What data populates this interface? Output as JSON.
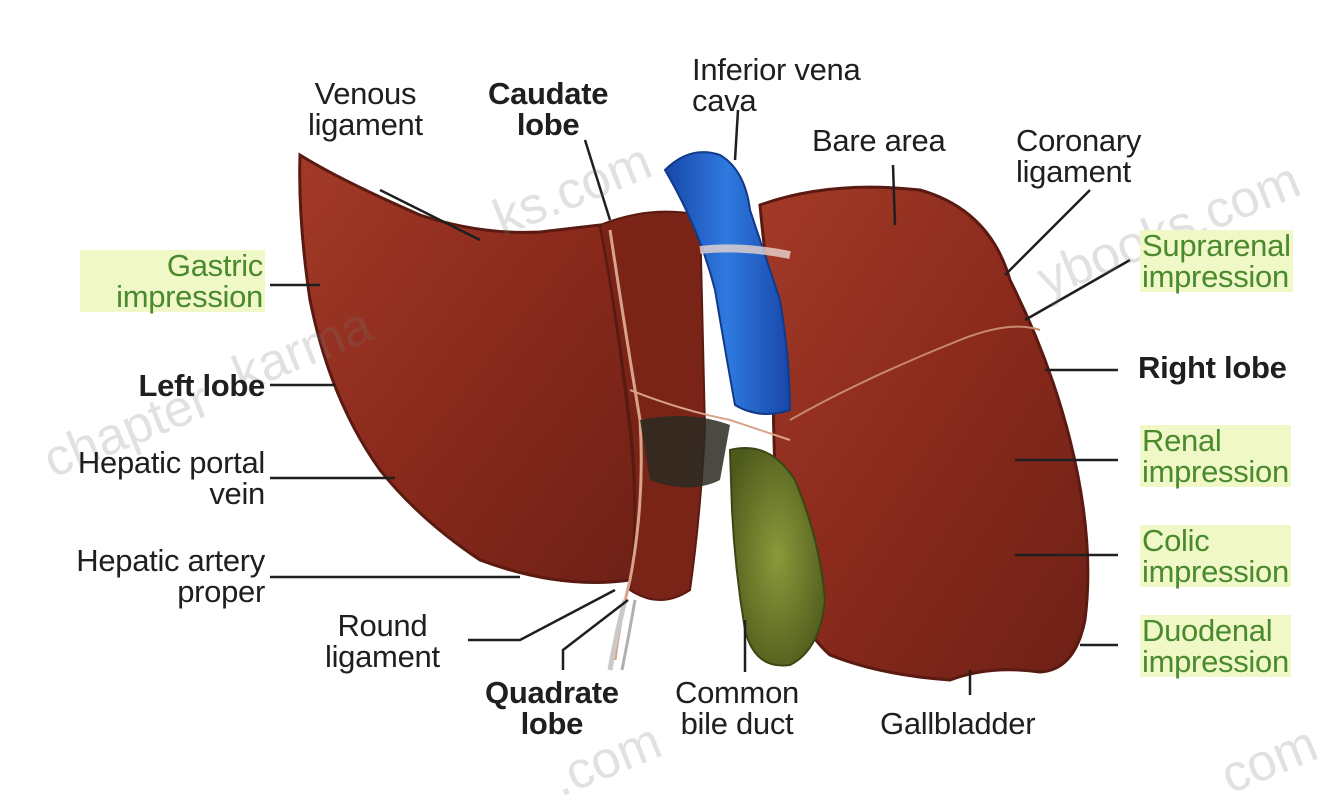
{
  "labels": {
    "venous_ligament": [
      "Venous",
      "ligament"
    ],
    "caudate_lobe": [
      "Caudate",
      "lobe"
    ],
    "inferior_vena_cava": [
      "Inferior vena",
      "cava"
    ],
    "bare_area": [
      "Bare area"
    ],
    "coronary_ligament": [
      "Coronary",
      "ligament"
    ],
    "gastric_impression": [
      "Gastric",
      "impression"
    ],
    "suprarenal_impression": [
      "Suprarenal",
      "impression"
    ],
    "left_lobe": [
      "Left lobe"
    ],
    "right_lobe": [
      "Right lobe"
    ],
    "hepatic_portal_vein": [
      "Hepatic portal",
      "vein"
    ],
    "renal_impression": [
      "Renal",
      "impression"
    ],
    "hepatic_artery_proper": [
      "Hepatic artery",
      "proper"
    ],
    "colic_impression": [
      "Colic",
      "impression"
    ],
    "round_ligament": [
      "Round",
      "ligament"
    ],
    "duodenal_impression": [
      "Duodenal",
      "impression"
    ],
    "quadrate_lobe": [
      "Quadrate",
      "lobe"
    ],
    "common_bile_duct": [
      "Common",
      "bile duct"
    ],
    "gallbladder": [
      "Gallbladder"
    ]
  },
  "watermark": [
    "chapter",
    "karma",
    "ks.com",
    "ybooks.com",
    ".com",
    "com"
  ],
  "colors": {
    "liver": "#8a2a1c",
    "liver_dark": "#5a1a12",
    "vena_cava": "#1e5fc8",
    "gallbladder": "#6f7a2c",
    "impression_highlight": "#f0f8c8",
    "impression_text": "#4a8a2e"
  }
}
